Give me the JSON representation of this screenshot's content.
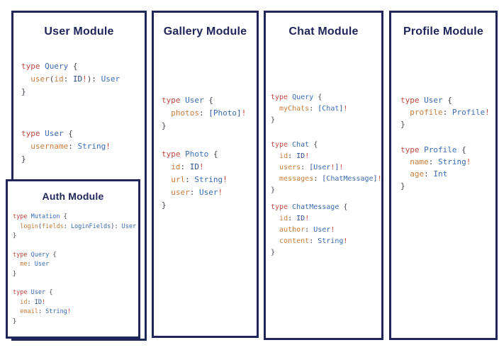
{
  "colors": {
    "border_navy": "#20265a",
    "title_navy": "#20265a",
    "keyword_red": "#c14a42",
    "type_blue": "#3a6cb4",
    "id_navy": "#2d4f8f",
    "field_orange": "#c97c3b",
    "punct_gray": "#3f434b",
    "bang_red": "#c2453c"
  },
  "modules": {
    "user": {
      "title": "User Module",
      "blocks": [
        [
          [
            [
              "type ",
              "k"
            ],
            [
              "Query ",
              "t"
            ],
            [
              "{",
              "p"
            ]
          ],
          [
            [
              "  ",
              "p"
            ],
            [
              "user",
              "f"
            ],
            [
              "(",
              "p"
            ],
            [
              "id",
              "f"
            ],
            [
              ": ",
              "p"
            ],
            [
              "ID",
              "n"
            ],
            [
              "!",
              "b"
            ],
            [
              "): ",
              "p"
            ],
            [
              "User",
              "t"
            ]
          ],
          [
            [
              "}",
              "p"
            ]
          ]
        ],
        [
          [
            [
              "type ",
              "k"
            ],
            [
              "User ",
              "t"
            ],
            [
              "{",
              "p"
            ]
          ],
          [
            [
              "  ",
              "p"
            ],
            [
              "username",
              "f"
            ],
            [
              ": ",
              "p"
            ],
            [
              "String",
              "t"
            ],
            [
              "!",
              "b"
            ]
          ],
          [
            [
              "}",
              "p"
            ]
          ]
        ]
      ]
    },
    "auth": {
      "title": "Auth Module",
      "blocks": [
        [
          [
            [
              "type ",
              "k"
            ],
            [
              "Mutation ",
              "t"
            ],
            [
              "{",
              "p"
            ]
          ],
          [
            [
              "  ",
              "p"
            ],
            [
              "login",
              "f"
            ],
            [
              "(",
              "p"
            ],
            [
              "fields",
              "f"
            ],
            [
              ": ",
              "p"
            ],
            [
              "LoginFields",
              "t"
            ],
            [
              "): ",
              "p"
            ],
            [
              "User",
              "t"
            ]
          ],
          [
            [
              "}",
              "p"
            ]
          ]
        ],
        [
          [
            [
              "type ",
              "k"
            ],
            [
              "Query ",
              "t"
            ],
            [
              "{",
              "p"
            ]
          ],
          [
            [
              "  ",
              "p"
            ],
            [
              "me",
              "f"
            ],
            [
              ": ",
              "p"
            ],
            [
              "User",
              "t"
            ]
          ],
          [
            [
              "}",
              "p"
            ]
          ]
        ],
        [
          [
            [
              "type ",
              "k"
            ],
            [
              "User ",
              "t"
            ],
            [
              "{",
              "p"
            ]
          ],
          [
            [
              "  ",
              "p"
            ],
            [
              "id",
              "f"
            ],
            [
              ": ",
              "p"
            ],
            [
              "ID",
              "n"
            ],
            [
              "!",
              "b"
            ]
          ],
          [
            [
              "  ",
              "p"
            ],
            [
              "email",
              "f"
            ],
            [
              ": ",
              "p"
            ],
            [
              "String",
              "t"
            ],
            [
              "!",
              "b"
            ]
          ],
          [
            [
              "}",
              "p"
            ]
          ]
        ]
      ]
    },
    "gallery": {
      "title": "Gallery Module",
      "blocks": [
        [
          [
            [
              "type ",
              "k"
            ],
            [
              "User ",
              "t"
            ],
            [
              "{",
              "p"
            ]
          ],
          [
            [
              "  ",
              "p"
            ],
            [
              "photos",
              "f"
            ],
            [
              ": ",
              "p"
            ],
            [
              "[",
              "n"
            ],
            [
              "Photo",
              "t"
            ],
            [
              "]",
              "n"
            ],
            [
              "!",
              "b"
            ]
          ],
          [
            [
              "}",
              "p"
            ]
          ]
        ],
        [
          [
            [
              "type ",
              "k"
            ],
            [
              "Photo ",
              "t"
            ],
            [
              "{",
              "p"
            ]
          ],
          [
            [
              "  ",
              "p"
            ],
            [
              "id",
              "f"
            ],
            [
              ": ",
              "p"
            ],
            [
              "ID",
              "n"
            ],
            [
              "!",
              "b"
            ]
          ],
          [
            [
              "  ",
              "p"
            ],
            [
              "url",
              "f"
            ],
            [
              ": ",
              "p"
            ],
            [
              "String",
              "t"
            ],
            [
              "!",
              "b"
            ]
          ],
          [
            [
              "  ",
              "p"
            ],
            [
              "user",
              "f"
            ],
            [
              ": ",
              "p"
            ],
            [
              "User",
              "t"
            ],
            [
              "!",
              "b"
            ]
          ],
          [
            [
              "}",
              "p"
            ]
          ]
        ]
      ]
    },
    "chat": {
      "title": "Chat Module",
      "blocks": [
        [
          [
            [
              "type ",
              "k"
            ],
            [
              "Query ",
              "t"
            ],
            [
              "{",
              "p"
            ]
          ],
          [
            [
              "  ",
              "p"
            ],
            [
              "myChats",
              "f"
            ],
            [
              ": ",
              "p"
            ],
            [
              "[",
              "n"
            ],
            [
              "Chat",
              "t"
            ],
            [
              "]",
              "n"
            ],
            [
              "!",
              "b"
            ]
          ],
          [
            [
              "}",
              "p"
            ]
          ]
        ],
        [
          [
            [
              "type ",
              "k"
            ],
            [
              "Chat ",
              "t"
            ],
            [
              "{",
              "p"
            ]
          ],
          [
            [
              "  ",
              "p"
            ],
            [
              "id",
              "f"
            ],
            [
              ": ",
              "p"
            ],
            [
              "ID",
              "n"
            ],
            [
              "!",
              "b"
            ]
          ],
          [
            [
              "  ",
              "p"
            ],
            [
              "users",
              "f"
            ],
            [
              ": ",
              "p"
            ],
            [
              "[",
              "n"
            ],
            [
              "User",
              "t"
            ],
            [
              "!",
              "b"
            ],
            [
              "]",
              "n"
            ],
            [
              "!",
              "b"
            ]
          ],
          [
            [
              "  ",
              "p"
            ],
            [
              "messages",
              "f"
            ],
            [
              ": ",
              "p"
            ],
            [
              "[",
              "n"
            ],
            [
              "ChatMessage",
              "t"
            ],
            [
              "]",
              "n"
            ],
            [
              "!",
              "b"
            ]
          ],
          [
            [
              "}",
              "p"
            ]
          ]
        ],
        [
          [
            [
              "type ",
              "k"
            ],
            [
              "ChatMessage ",
              "t"
            ],
            [
              "{",
              "p"
            ]
          ],
          [
            [
              "  ",
              "p"
            ],
            [
              "id",
              "f"
            ],
            [
              ": ",
              "p"
            ],
            [
              "ID",
              "n"
            ],
            [
              "!",
              "b"
            ]
          ],
          [
            [
              "  ",
              "p"
            ],
            [
              "author",
              "f"
            ],
            [
              ": ",
              "p"
            ],
            [
              "User",
              "t"
            ],
            [
              "!",
              "b"
            ]
          ],
          [
            [
              "  ",
              "p"
            ],
            [
              "content",
              "f"
            ],
            [
              ": ",
              "p"
            ],
            [
              "String",
              "t"
            ],
            [
              "!",
              "b"
            ]
          ],
          [
            [
              "}",
              "p"
            ]
          ]
        ]
      ]
    },
    "profile": {
      "title": "Profile Module",
      "blocks": [
        [
          [
            [
              "type ",
              "k"
            ],
            [
              "User ",
              "t"
            ],
            [
              "{",
              "p"
            ]
          ],
          [
            [
              "  ",
              "p"
            ],
            [
              "profile",
              "f"
            ],
            [
              ": ",
              "p"
            ],
            [
              "Profile",
              "t"
            ],
            [
              "!",
              "b"
            ]
          ],
          [
            [
              "}",
              "p"
            ]
          ]
        ],
        [
          [
            [
              "type ",
              "k"
            ],
            [
              "Profile ",
              "t"
            ],
            [
              "{",
              "p"
            ]
          ],
          [
            [
              "  ",
              "p"
            ],
            [
              "name",
              "f"
            ],
            [
              ": ",
              "p"
            ],
            [
              "String",
              "t"
            ],
            [
              "!",
              "b"
            ]
          ],
          [
            [
              "  ",
              "p"
            ],
            [
              "age",
              "f"
            ],
            [
              ": ",
              "p"
            ],
            [
              "Int",
              "t"
            ]
          ],
          [
            [
              "}",
              "p"
            ]
          ]
        ]
      ]
    }
  }
}
